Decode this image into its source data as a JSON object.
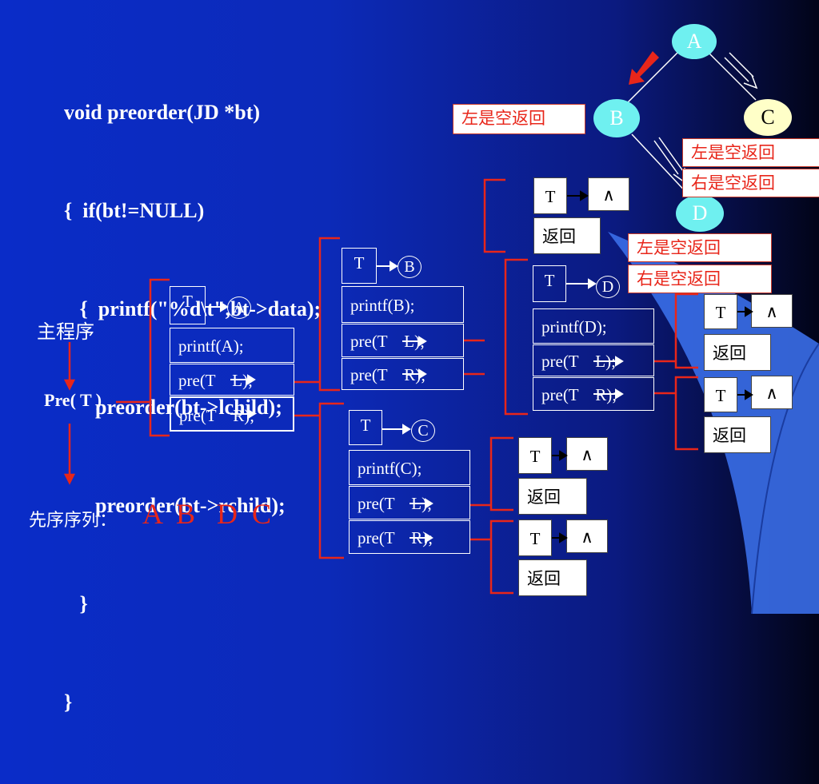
{
  "code": {
    "lines": [
      "void preorder(JD *bt)",
      "{  if(bt!=NULL)",
      "   {  printf(\"%d\\t\",bt->data);",
      "      preorder(bt->lchild);",
      "      preorder(bt->rchild);",
      "   }",
      "}"
    ]
  },
  "main": {
    "program_label": "主程序",
    "call_label": "Pre( T )",
    "sequence_label": "先序序列：",
    "sequence_value": "A  B   D  C"
  },
  "tree": {
    "nodes": {
      "A": "A",
      "B": "B",
      "C": "C",
      "D": "D"
    },
    "labels": {
      "b_left_empty": "左是空返回",
      "c_left_empty": "左是空返回",
      "c_right_empty": "右是空返回",
      "d_left_empty": "左是空返回",
      "d_right_empty": "右是空返回"
    }
  },
  "frames": {
    "frameA": {
      "t": "T",
      "node": "A",
      "printf": "printf(A);",
      "preL": "pre(T    L);",
      "preR": "pre(T    R);"
    },
    "frameB": {
      "t": "T",
      "node": "B",
      "printf": "printf(B);",
      "preL": "pre(T    L);",
      "preR": "pre(T    R);"
    },
    "frameC": {
      "t": "T",
      "node": "C",
      "printf": "printf(C);",
      "preL": "pre(T    L);",
      "preR": "pre(T    R);"
    },
    "frameD": {
      "t": "T",
      "node": "D",
      "printf": "printf(D);",
      "preL": "pre(T    L);",
      "preR": "pre(T    R);"
    }
  },
  "null_frames": {
    "t": "T",
    "null_symbol": "∧",
    "return": "返回"
  },
  "colors": {
    "background": "#0b2ac0",
    "code_text": "#ffffff",
    "bracket": "#e8261a",
    "sequence": "#e8261a",
    "node_cyan": "#6ff0f0",
    "node_yellow": "#ffffc8",
    "overlay_blue": "#3a6ee8"
  }
}
